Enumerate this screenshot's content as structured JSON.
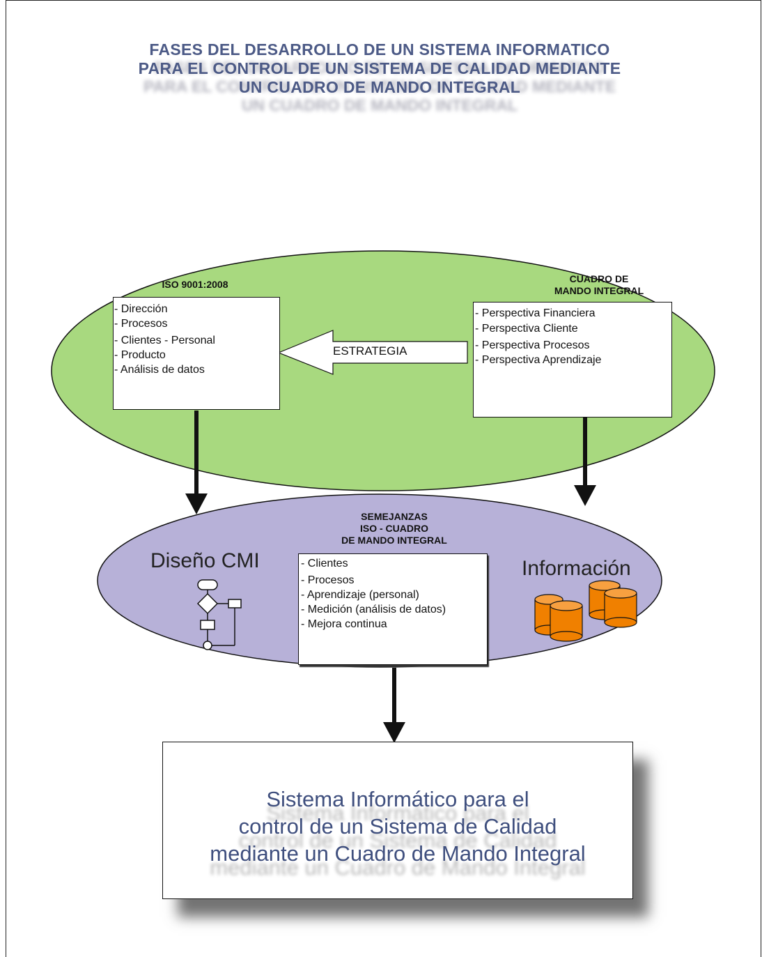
{
  "title": {
    "line1": "FASES DEL DESARROLLO DE UN SISTEMA INFORMATICO",
    "line2": "PARA EL CONTROL DE UN SISTEMA DE CALIDAD MEDIANTE",
    "line3": "UN CUADRO DE MANDO INTEGRAL"
  },
  "iso": {
    "heading": "ISO 9001:2008",
    "items": [
      "- Dirección",
      "- Procesos",
      "- Clientes - Personal",
      "- Producto",
      "- Análisis de datos"
    ]
  },
  "cmi": {
    "heading_line1": "CUADRO DE",
    "heading_line2": "MANDO INTEGRAL",
    "items": [
      "- Perspectiva Financiera",
      "- Perspectiva Cliente",
      "- Perspectiva Procesos",
      "- Perspectiva Aprendizaje"
    ]
  },
  "arrow_label": "ESTRATEGIA",
  "semejanzas": {
    "heading_line1": "SEMEJANZAS",
    "heading_line2": "ISO - CUADRO",
    "heading_line3": "DE MANDO INTEGRAL",
    "items": [
      "- Clientes",
      "- Procesos",
      "- Aprendizaje (personal)",
      "- Medición (análisis de datos)",
      "- Mejora continua"
    ]
  },
  "diseno_label": "Diseño CMI",
  "informacion_label": "Información",
  "final": {
    "line1": "Sistema Informático para el",
    "line2": "control de un Sistema de Calidad",
    "line3": "mediante un Cuadro de Mando Integral"
  },
  "colors": {
    "green_ellipse": "#a8d97f",
    "purple_ellipse": "#b7b1d8",
    "title_color": "#4c5a86",
    "database_orange": "#f08000"
  },
  "icons": [
    "flowchart-icon",
    "database-icon"
  ]
}
